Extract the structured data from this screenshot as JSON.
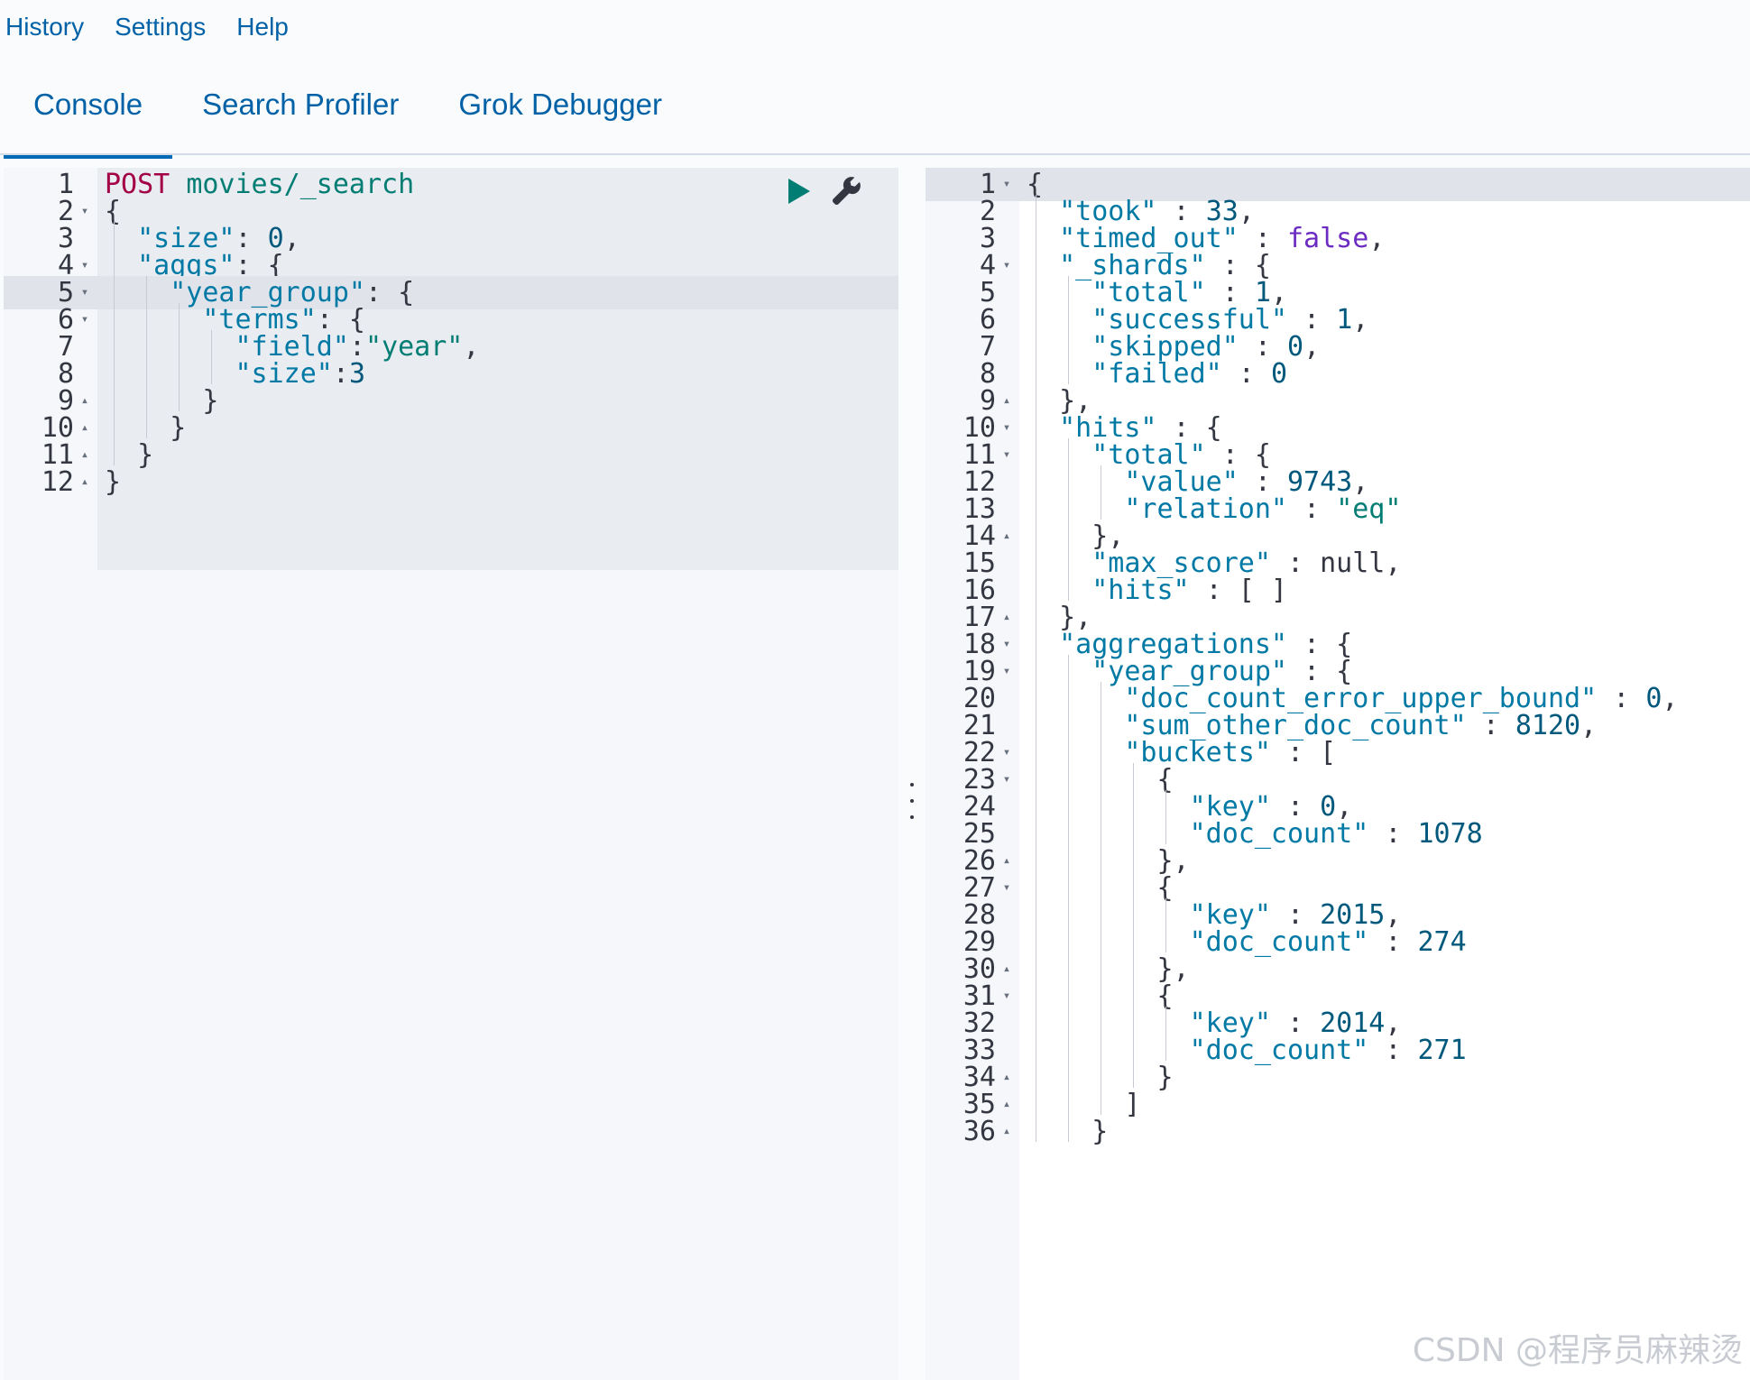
{
  "top_menu": [
    "History",
    "Settings",
    "Help"
  ],
  "tabs": [
    {
      "label": "Console",
      "active": true
    },
    {
      "label": "Search Profiler",
      "active": false
    },
    {
      "label": "Grok Debugger",
      "active": false
    }
  ],
  "request": {
    "method": "POST",
    "path": "movies/_search",
    "lines": [
      {
        "n": "1",
        "fold": "",
        "text": ""
      },
      {
        "n": "2",
        "fold": "▾",
        "text": "{"
      },
      {
        "n": "3",
        "fold": "",
        "text": "  \"size\": 0,"
      },
      {
        "n": "4",
        "fold": "▾",
        "text": "  \"aggs\": {"
      },
      {
        "n": "5",
        "fold": "▾",
        "text": "    \"year_group\": {"
      },
      {
        "n": "6",
        "fold": "▾",
        "text": "      \"terms\": {"
      },
      {
        "n": "7",
        "fold": "",
        "text": "        \"field\":\"year\","
      },
      {
        "n": "8",
        "fold": "",
        "text": "        \"size\":3"
      },
      {
        "n": "9",
        "fold": "▴",
        "text": "      }"
      },
      {
        "n": "10",
        "fold": "▴",
        "text": "    }"
      },
      {
        "n": "11",
        "fold": "▴",
        "text": "  }"
      },
      {
        "n": "12",
        "fold": "▴",
        "text": "}"
      }
    ]
  },
  "response": {
    "lines": [
      {
        "n": "1",
        "fold": "▾",
        "text": "{"
      },
      {
        "n": "2",
        "fold": "",
        "text": "  \"took\" : 33,"
      },
      {
        "n": "3",
        "fold": "",
        "text": "  \"timed_out\" : false,"
      },
      {
        "n": "4",
        "fold": "▾",
        "text": "  \"_shards\" : {"
      },
      {
        "n": "5",
        "fold": "",
        "text": "    \"total\" : 1,"
      },
      {
        "n": "6",
        "fold": "",
        "text": "    \"successful\" : 1,"
      },
      {
        "n": "7",
        "fold": "",
        "text": "    \"skipped\" : 0,"
      },
      {
        "n": "8",
        "fold": "",
        "text": "    \"failed\" : 0"
      },
      {
        "n": "9",
        "fold": "▴",
        "text": "  },"
      },
      {
        "n": "10",
        "fold": "▾",
        "text": "  \"hits\" : {"
      },
      {
        "n": "11",
        "fold": "▾",
        "text": "    \"total\" : {"
      },
      {
        "n": "12",
        "fold": "",
        "text": "      \"value\" : 9743,"
      },
      {
        "n": "13",
        "fold": "",
        "text": "      \"relation\" : \"eq\""
      },
      {
        "n": "14",
        "fold": "▴",
        "text": "    },"
      },
      {
        "n": "15",
        "fold": "",
        "text": "    \"max_score\" : null,"
      },
      {
        "n": "16",
        "fold": "",
        "text": "    \"hits\" : [ ]"
      },
      {
        "n": "17",
        "fold": "▴",
        "text": "  },"
      },
      {
        "n": "18",
        "fold": "▾",
        "text": "  \"aggregations\" : {"
      },
      {
        "n": "19",
        "fold": "▾",
        "text": "    \"year_group\" : {"
      },
      {
        "n": "20",
        "fold": "",
        "text": "      \"doc_count_error_upper_bound\" : 0,"
      },
      {
        "n": "21",
        "fold": "",
        "text": "      \"sum_other_doc_count\" : 8120,"
      },
      {
        "n": "22",
        "fold": "▾",
        "text": "      \"buckets\" : ["
      },
      {
        "n": "23",
        "fold": "▾",
        "text": "        {"
      },
      {
        "n": "24",
        "fold": "",
        "text": "          \"key\" : 0,"
      },
      {
        "n": "25",
        "fold": "",
        "text": "          \"doc_count\" : 1078"
      },
      {
        "n": "26",
        "fold": "▴",
        "text": "        },"
      },
      {
        "n": "27",
        "fold": "▾",
        "text": "        {"
      },
      {
        "n": "28",
        "fold": "",
        "text": "          \"key\" : 2015,"
      },
      {
        "n": "29",
        "fold": "",
        "text": "          \"doc_count\" : 274"
      },
      {
        "n": "30",
        "fold": "▴",
        "text": "        },"
      },
      {
        "n": "31",
        "fold": "▾",
        "text": "        {"
      },
      {
        "n": "32",
        "fold": "",
        "text": "          \"key\" : 2014,"
      },
      {
        "n": "33",
        "fold": "",
        "text": "          \"doc_count\" : 271"
      },
      {
        "n": "34",
        "fold": "▴",
        "text": "        }"
      },
      {
        "n": "35",
        "fold": "▴",
        "text": "      ]"
      },
      {
        "n": "36",
        "fold": "▴",
        "text": "    }"
      }
    ]
  },
  "watermark": "CSDN @程序员麻辣烫",
  "icons": {
    "run": "play-icon",
    "settings": "wrench-icon"
  },
  "colors": {
    "accent": "#0061a6",
    "tab_underline": "#006bb4",
    "string": "#017d73",
    "method": "#a30046",
    "boolean": "#6c2bc1"
  }
}
